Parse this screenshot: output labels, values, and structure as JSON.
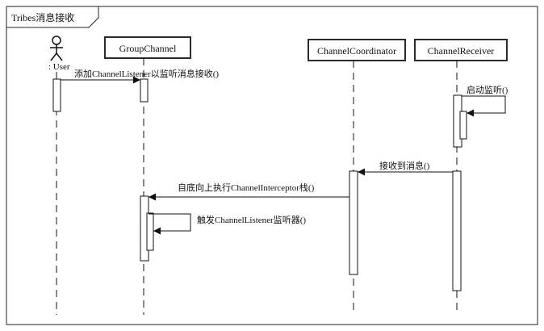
{
  "frame": {
    "title": "Tribes消息接收"
  },
  "actor": {
    "label": ": User"
  },
  "lifelines": {
    "group_channel": "GroupChannel",
    "channel_coordinator": "ChannelCoordinator",
    "channel_receiver": "ChannelReceiver"
  },
  "messages": {
    "add_listener": "添加ChannelListener以监听消息接收()",
    "start_listening": "启动监听()",
    "receive_message": "接收到消息()",
    "execute_interceptor_stack": "自底向上执行ChannelInterceptor栈()",
    "trigger_listener": "触发ChannelListener监听器()"
  },
  "colors": {
    "lifeline_header_fill": "#ffffff",
    "lifeline_header_border": "#2b2b2b",
    "line": "#111111",
    "background": "#ffffff"
  }
}
